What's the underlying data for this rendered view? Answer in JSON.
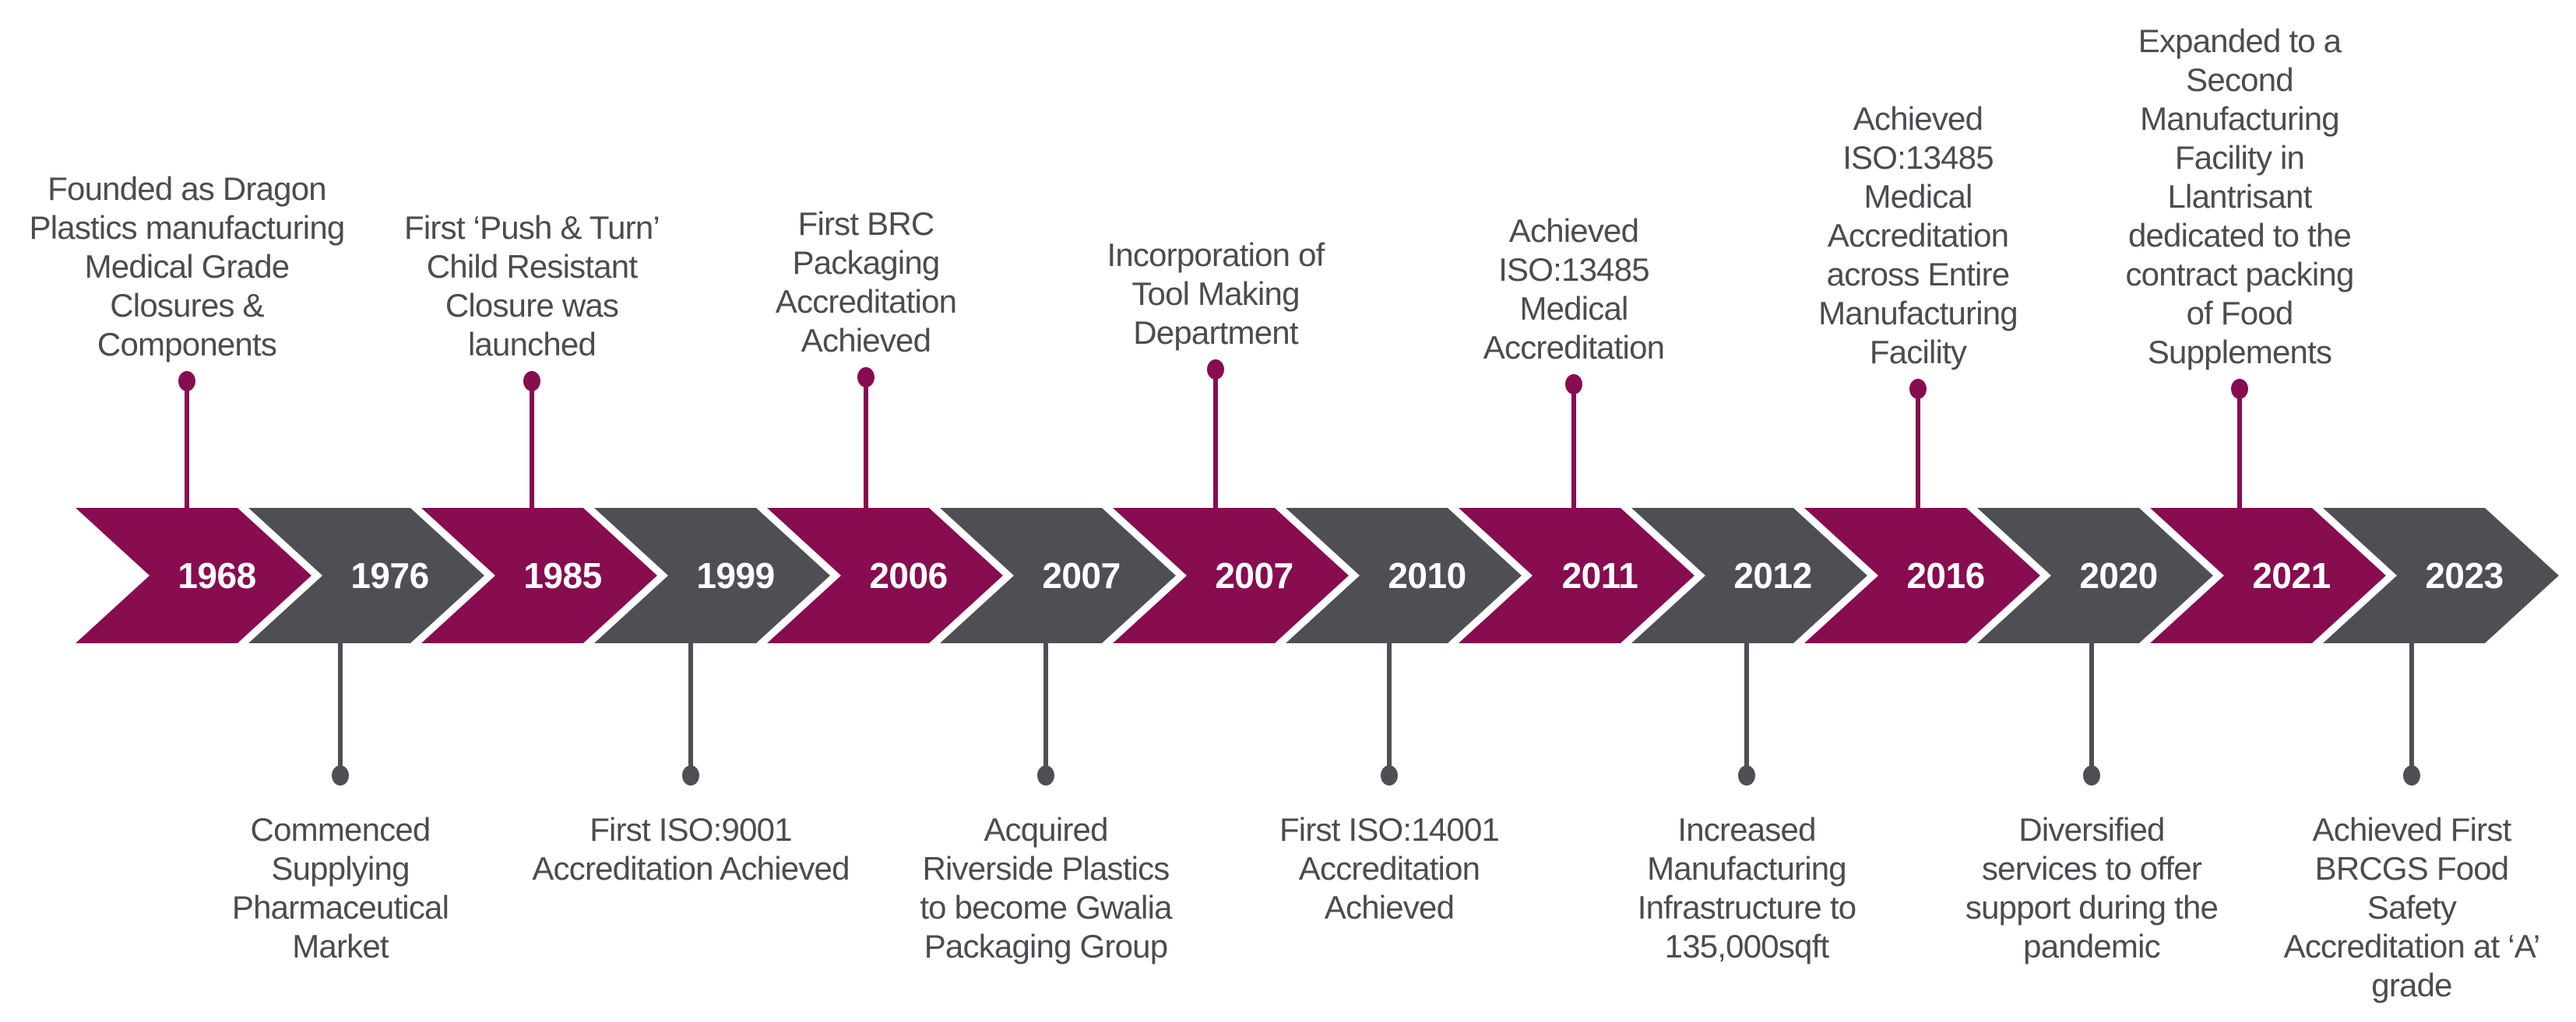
{
  "colors": {
    "purple": "#870c50",
    "gray": "#4e4f54",
    "text": "#4b4c51"
  },
  "events": [
    {
      "year": "1968",
      "color": "purple",
      "position": "above",
      "text": "Founded as Dragon\nPlastics manufacturing\nMedical Grade\nClosures &\nComponents"
    },
    {
      "year": "1976",
      "color": "gray",
      "position": "below",
      "text": "Commenced\nSupplying\nPharmaceutical\nMarket"
    },
    {
      "year": "1985",
      "color": "purple",
      "position": "above",
      "text": "First ‘Push & Turn’\nChild Resistant\nClosure was\nlaunched"
    },
    {
      "year": "1999",
      "color": "gray",
      "position": "below",
      "text": "First ISO:9001\nAccreditation Achieved"
    },
    {
      "year": "2006",
      "color": "purple",
      "position": "above",
      "text": "First BRC\nPackaging\nAccreditation\nAchieved"
    },
    {
      "year": "2007",
      "color": "gray",
      "position": "below",
      "text": "Acquired\nRiverside Plastics\nto become Gwalia\nPackaging Group"
    },
    {
      "year": "2007",
      "color": "purple",
      "position": "above",
      "text": "Incorporation of\nTool Making\nDepartment"
    },
    {
      "year": "2010",
      "color": "gray",
      "position": "below",
      "text": "First ISO:14001\nAccreditation\nAchieved"
    },
    {
      "year": "2011",
      "color": "purple",
      "position": "above",
      "text": "Achieved\nISO:13485\nMedical\nAccreditation"
    },
    {
      "year": "2012",
      "color": "gray",
      "position": "below",
      "text": "Increased\nManufacturing\nInfrastructure to\n135,000sqft"
    },
    {
      "year": "2016",
      "color": "purple",
      "position": "above",
      "text": "Achieved\nISO:13485\nMedical\nAccreditation\nacross Entire\nManufacturing\nFacility"
    },
    {
      "year": "2020",
      "color": "gray",
      "position": "below",
      "text": "Diversified\nservices to offer\nsupport during the\npandemic"
    },
    {
      "year": "2021",
      "color": "purple",
      "position": "above",
      "text": "Expanded to a\nSecond\nManufacturing\nFacility in\nLlantrisant\ndedicated to the\ncontract packing\nof Food\nSupplements"
    },
    {
      "year": "2023",
      "color": "gray",
      "position": "below",
      "text": "Achieved First\nBRCGS Food\nSafety\nAccreditation at ‘A’\ngrade"
    }
  ]
}
